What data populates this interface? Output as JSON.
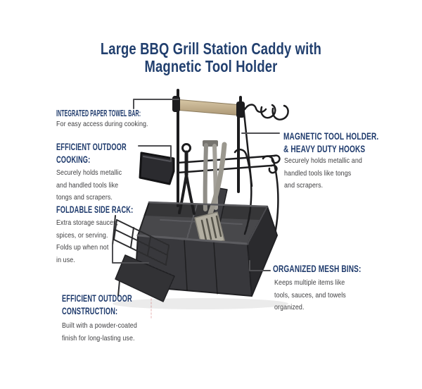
{
  "title": {
    "line1": "Large BBQ Grill Station Caddy with",
    "line2": "Magnetic Tool Holder"
  },
  "callouts": {
    "paper_towel_bar": {
      "heading": "INTEGRATED PAPER TOWEL BAR:",
      "body": [
        "For easy access during cooking."
      ]
    },
    "outdoor_cooking": {
      "heading": [
        "EFFICIENT OUTDOOR",
        "COOKING:"
      ],
      "body": [
        "Securely holds metallic",
        "and handled tools like",
        "tongs and scrapers."
      ]
    },
    "foldable_side_rack": {
      "heading": "FOLDABLE SIDE RACK:",
      "body": [
        "Extra storage sauces,",
        "spices, or serving.",
        "Folds up when not",
        "in use."
      ]
    },
    "outdoor_construction": {
      "heading": [
        "EFFICIENT OUTDOOR",
        "CONSTRUCTION:"
      ],
      "body": [
        "Built with a powder-coated",
        "finish for long-lasting use."
      ]
    },
    "magnetic_tool_holder": {
      "heading": [
        "MAGNETIC TOOL HOLDER.",
        "& HEAVY DUTY HOOKS"
      ],
      "body": [
        "Securely holds metallic and",
        "handled tools like tongs",
        "and scrapers."
      ]
    },
    "organized_mesh_bins": {
      "heading": "ORGANIZED MESH BINS:",
      "body": [
        "Keeps multiple items like",
        "tools, sauces, and towels",
        "organized."
      ]
    }
  },
  "colors": {
    "heading_navy": "#1e3a6c",
    "body_text": "#3e3e40",
    "leader_line": "#4f4f52",
    "wire_frame": "#1c1c1e",
    "wood_bar": "#c6b294",
    "mesh_dark": "#38383c"
  }
}
